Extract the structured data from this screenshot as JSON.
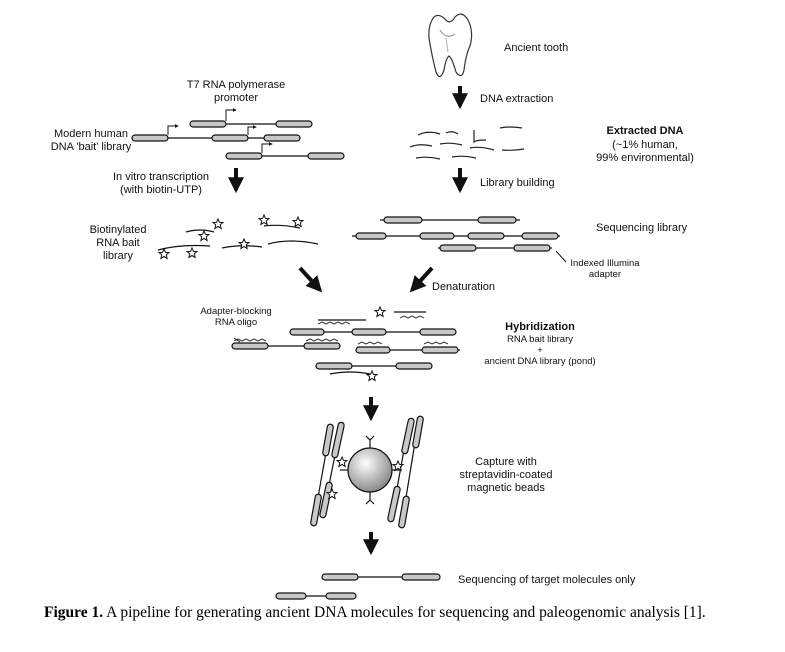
{
  "labels": {
    "ancient_tooth": "Ancient tooth",
    "dna_extraction": "DNA extraction",
    "extracted_dna_title": "Extracted DNA",
    "extracted_dna_line1": "(~1% human,",
    "extracted_dna_line2": "99% environmental)",
    "library_building": "Library building",
    "sequencing_library": "Sequencing library",
    "indexed_adapter_line1": "Indexed Illumina",
    "indexed_adapter_line2": "adapter",
    "t7_line1": "T7 RNA polymerase",
    "t7_line2": "promoter",
    "modern_human_line1": "Modern human",
    "modern_human_line2": "DNA 'bait' library",
    "in_vitro_line1": "In vitro transcription",
    "in_vitro_line2": "(with biotin-UTP)",
    "biotinylated_line1": "Biotinylated",
    "biotinylated_line2": "RNA bait",
    "biotinylated_line3": "library",
    "denaturation": "Denaturation",
    "adapter_blocking_line1": "Adapter-blocking",
    "adapter_blocking_line2": "RNA oligo",
    "hybridization_title": "Hybridization",
    "hybridization_line1": "RNA bait library",
    "hybridization_line2": "+",
    "hybridization_line3": "ancient DNA library (pond)",
    "capture_line1": "Capture with",
    "capture_line2": "streptavidin-coated",
    "capture_line3": "magnetic beads",
    "sequencing_target": "Sequencing of target molecules only"
  },
  "caption": {
    "label": "Figure 1.",
    "text": " A pipeline for generating ancient DNA molecules for sequencing and paleogenomic analysis [1]."
  }
}
